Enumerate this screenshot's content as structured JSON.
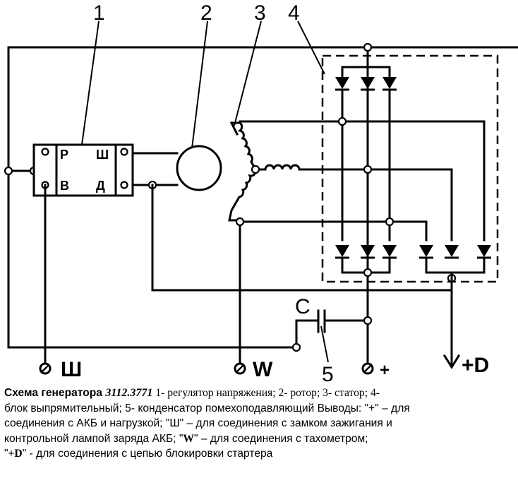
{
  "callouts": [
    "1",
    "2",
    "3",
    "4",
    "5"
  ],
  "regulator": {
    "top_left": "Р",
    "top_right": "Ш",
    "bottom_left": "В",
    "bottom_right": "Д"
  },
  "capacitor_label": "C",
  "terminals": {
    "sh": "Ш",
    "w": "W",
    "plus": "+",
    "d": "+D"
  },
  "caption": {
    "lead": "Схема генератора",
    "model": "3112.3771",
    "p1": " 1- регулятор напряжения; 2- ротор; 3- статор; 4-",
    "line2": "блок выпрямительный; 5- конденсатор помехоподавляющий Выводы: \"+\" – для",
    "line3": "соединения с АКБ и нагрузкой; \"Ш\" – для соединения с замком зажигания и",
    "line4a": "контрольной лампой заряда АКБ; \"",
    "line4w": "W",
    "line4b": "\" – для соединения с тахометром;",
    "line5a": "\"",
    "line5d": "+D",
    "line5b": "\" - для соединения с цепью блокировки стартера"
  }
}
